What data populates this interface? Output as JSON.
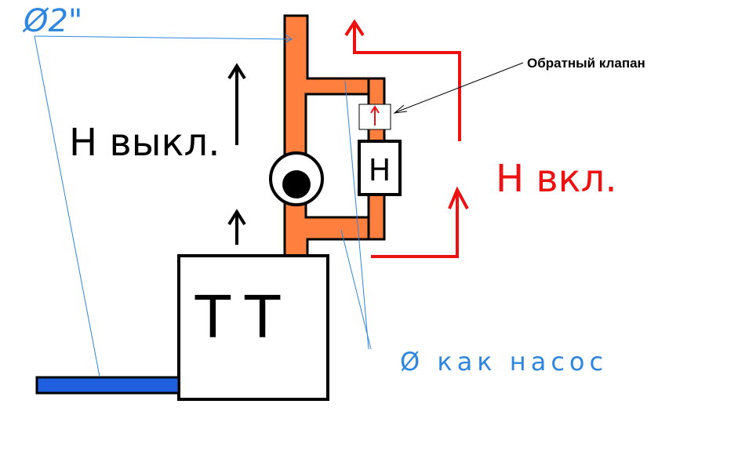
{
  "labels": {
    "diameter_2in": "Ø2\"",
    "h_off": "Н выкл.",
    "h_on": "Н вкл.",
    "check_valve": "Обратный клапан",
    "diameter_as_pump": "Ø как насос",
    "pump_letter": "Н",
    "boiler": "ТТ"
  },
  "colors": {
    "pipe": "#ff7f3f",
    "flow_on": "#ee1111",
    "note_blue": "#2e86de",
    "supply_pipe": "#1f5fe0",
    "ink": "#000000"
  }
}
